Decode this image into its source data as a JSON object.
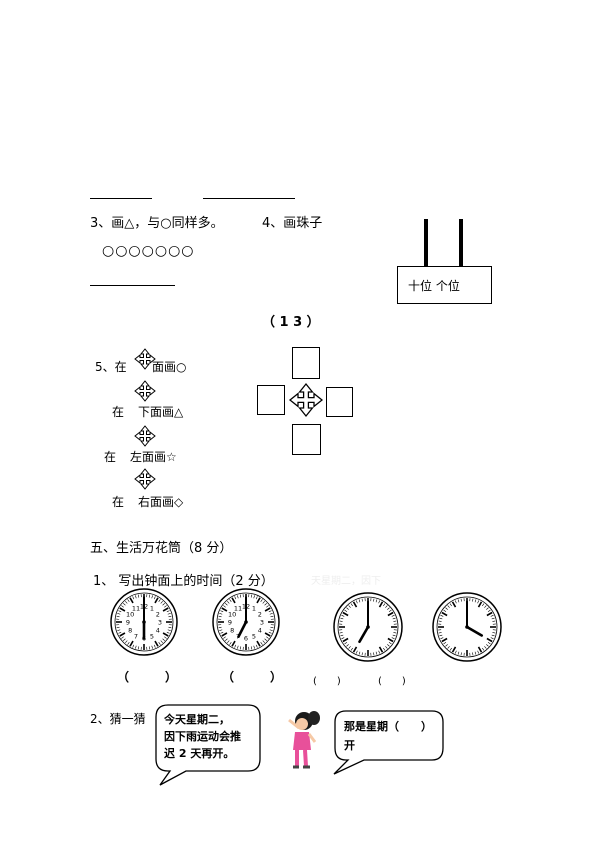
{
  "q3": {
    "label": "3、画△，与○同样多。",
    "circles": "○○○○○○○"
  },
  "q4": {
    "label": "4、画珠子",
    "tens_ones": "十位 个位"
  },
  "page_number": "（ 1 3 ）",
  "q5": {
    "line1_prefix": "5、在",
    "line1_suffix": "面画○",
    "line2_prefix": "在",
    "line2_suffix": "下面画△",
    "line3_prefix": "在",
    "line3_suffix": "左面画☆",
    "line4_prefix": "在",
    "line4_suffix": "右面画◇"
  },
  "section5": {
    "title": "五、生活万花筒（8 分）"
  },
  "q1": {
    "title": "1、 写出钟面上的时间（2 分）",
    "faint_text": "天星期二，因下",
    "parens": [
      "（　　　）",
      "（　　　）",
      "(　　)",
      "(　　)"
    ]
  },
  "q2": {
    "label": "2、猜一猜",
    "bubble_left": [
      "今天星期二，",
      "因下雨运动会推",
      "迟 2 天再开。"
    ],
    "bubble_right": [
      "那是星期（　　）",
      "开"
    ]
  },
  "icons": [
    "move-arrows-icon",
    "clock-icon",
    "girl-figure-icon",
    "speech-bubble-icon"
  ]
}
